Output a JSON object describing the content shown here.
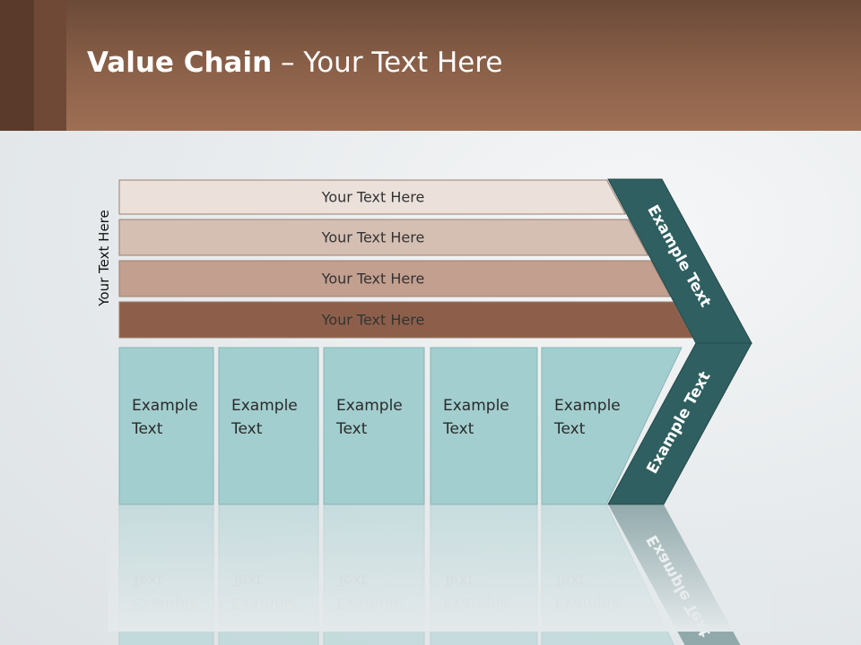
{
  "title": {
    "bold": "Value Chain",
    "rest": " – Your Text Here"
  },
  "side_label": "Your Text Here",
  "bars": [
    {
      "label": "Your Text Here",
      "color": "#ebe0da"
    },
    {
      "label": "Your Text Here",
      "color": "#d5bfb3"
    },
    {
      "label": "Your Text Here",
      "color": "#c29f8f"
    },
    {
      "label": "Your Text Here",
      "color": "#8d5f4a"
    }
  ],
  "boxes": [
    {
      "line1": "Example",
      "line2": "Text"
    },
    {
      "line1": "Example",
      "line2": "Text"
    },
    {
      "line1": "Example",
      "line2": "Text"
    },
    {
      "line1": "Example",
      "line2": "Text"
    },
    {
      "line1": "Example",
      "line2": "Text"
    }
  ],
  "chevron": {
    "upper_label": "Example Text",
    "lower_label": "Example Text",
    "color": "#2f5f60"
  },
  "colors": {
    "box_fill": "#a2cecf",
    "box_stroke": "#8ab4b6",
    "header": "#8c6149"
  }
}
